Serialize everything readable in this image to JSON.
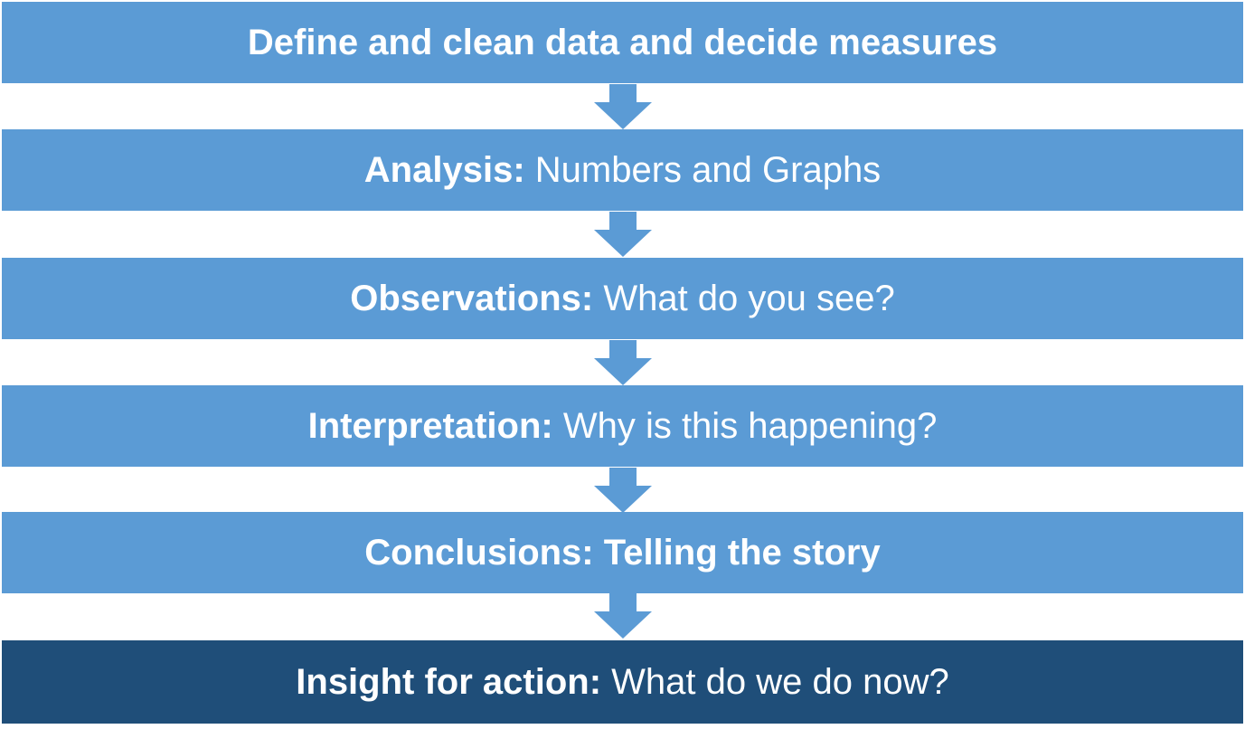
{
  "steps": [
    {
      "lead": "Define and clean data and decide measures",
      "rest": ""
    },
    {
      "lead": "Analysis:",
      "rest": "Numbers and Graphs"
    },
    {
      "lead": "Observations:",
      "rest": "What do you see?"
    },
    {
      "lead": "Interpretation:",
      "rest": "Why is this happening?"
    },
    {
      "lead": "Conclusions: Telling the story",
      "rest": ""
    },
    {
      "lead": "Insight for action:",
      "rest": "What do we do now?"
    }
  ],
  "colors": {
    "step": "#5b9bd5",
    "final_step": "#1f4e79",
    "text": "#ffffff"
  }
}
